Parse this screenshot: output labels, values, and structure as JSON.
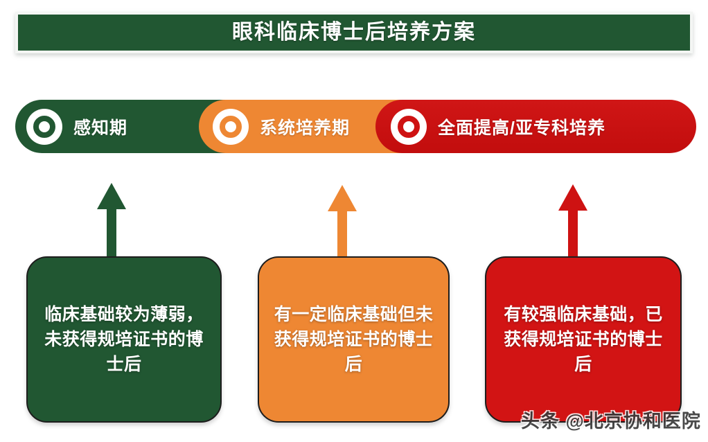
{
  "banner": {
    "title": "眼科临床博士后培养方案",
    "background_color": "#215732",
    "text_color": "#FFFFFF"
  },
  "phase_bar": {
    "segments": [
      {
        "label": "感知期",
        "color": "#215732",
        "icon": "target-ring-icon"
      },
      {
        "label": "系统培养期",
        "color": "#EE8733",
        "icon": "target-ring-icon"
      },
      {
        "label": "全面提高/亚专科培养",
        "color": "#CE1212",
        "icon": "target-ring-icon"
      }
    ]
  },
  "arrows": [
    {
      "color": "#215732",
      "direction": "up"
    },
    {
      "color": "#EE8733",
      "direction": "up"
    },
    {
      "color": "#CE1212",
      "direction": "up"
    }
  ],
  "cards": [
    {
      "text": "临床基础较为薄弱，未获得规培证书的博士后",
      "color": "#215732",
      "text_color": "#FFFFFF"
    },
    {
      "text": "有一定临床基础但未获得规培证书的博士后",
      "color": "#EE8733",
      "text_color": "#FFFFFF"
    },
    {
      "text": "有较强临床基础，已获得规培证书的博士后",
      "color": "#D21414",
      "text_color": "#FFFFFF"
    }
  ],
  "watermark": {
    "text": "头条 @北京协和医院"
  }
}
